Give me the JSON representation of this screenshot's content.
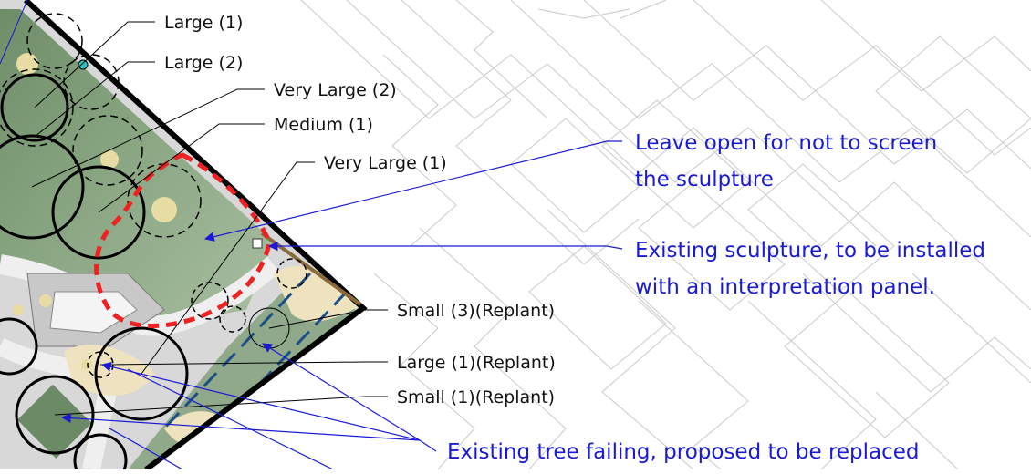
{
  "tree_labels": {
    "large_1": "Large (1)",
    "large_2": "Large (2)",
    "very_large_2": "Very Large (2)",
    "medium_1": "Medium (1)",
    "very_large_1": "Very Large (1)",
    "small_3_replant": "Small  (3)(Replant)",
    "large_1_replant": "Large (1)(Replant)",
    "small_1_replant": "Small  (1)(Replant)"
  },
  "callouts": {
    "leave_open_line1": "Leave open for not to screen",
    "leave_open_line2": "the sculpture",
    "sculpture_line1": "Existing sculpture, to be installed",
    "sculpture_line2": "with an interpretation panel.",
    "tree_failing": "Existing tree failing, proposed to be replaced"
  },
  "colors": {
    "callout_blue": "#1a1ad6",
    "planting_green": "#7d9b76",
    "sand": "#efe3bf",
    "revision_red": "#ee2222",
    "path_blue": "#1d4f86"
  }
}
